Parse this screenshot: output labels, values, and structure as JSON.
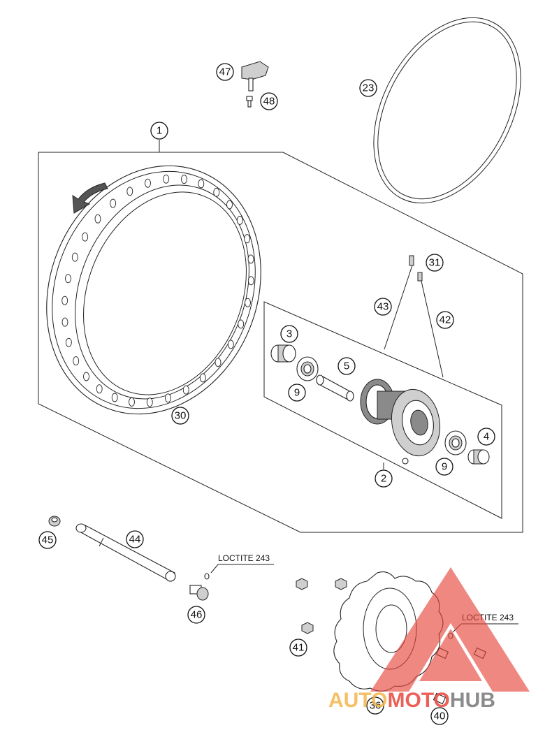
{
  "callouts": [
    {
      "num": "1"
    },
    {
      "num": "2"
    },
    {
      "num": "3"
    },
    {
      "num": "4"
    },
    {
      "num": "5"
    },
    {
      "num": "9"
    },
    {
      "num": "9"
    },
    {
      "num": "23"
    },
    {
      "num": "30"
    },
    {
      "num": "31"
    },
    {
      "num": "36"
    },
    {
      "num": "40"
    },
    {
      "num": "41"
    },
    {
      "num": "42"
    },
    {
      "num": "43"
    },
    {
      "num": "44"
    },
    {
      "num": "45"
    },
    {
      "num": "46"
    },
    {
      "num": "47"
    },
    {
      "num": "48"
    }
  ],
  "notes": {
    "loctite_axle": "LOCTITE 243",
    "loctite_disc": "LOCTITE 243"
  },
  "watermark": {
    "word_part1": "AUTO",
    "word_part2": "MOTO",
    "word_part3": "HUB",
    "color_light": "#f5b54a",
    "color_red": "#e8453c",
    "color_gray": "#777777"
  }
}
